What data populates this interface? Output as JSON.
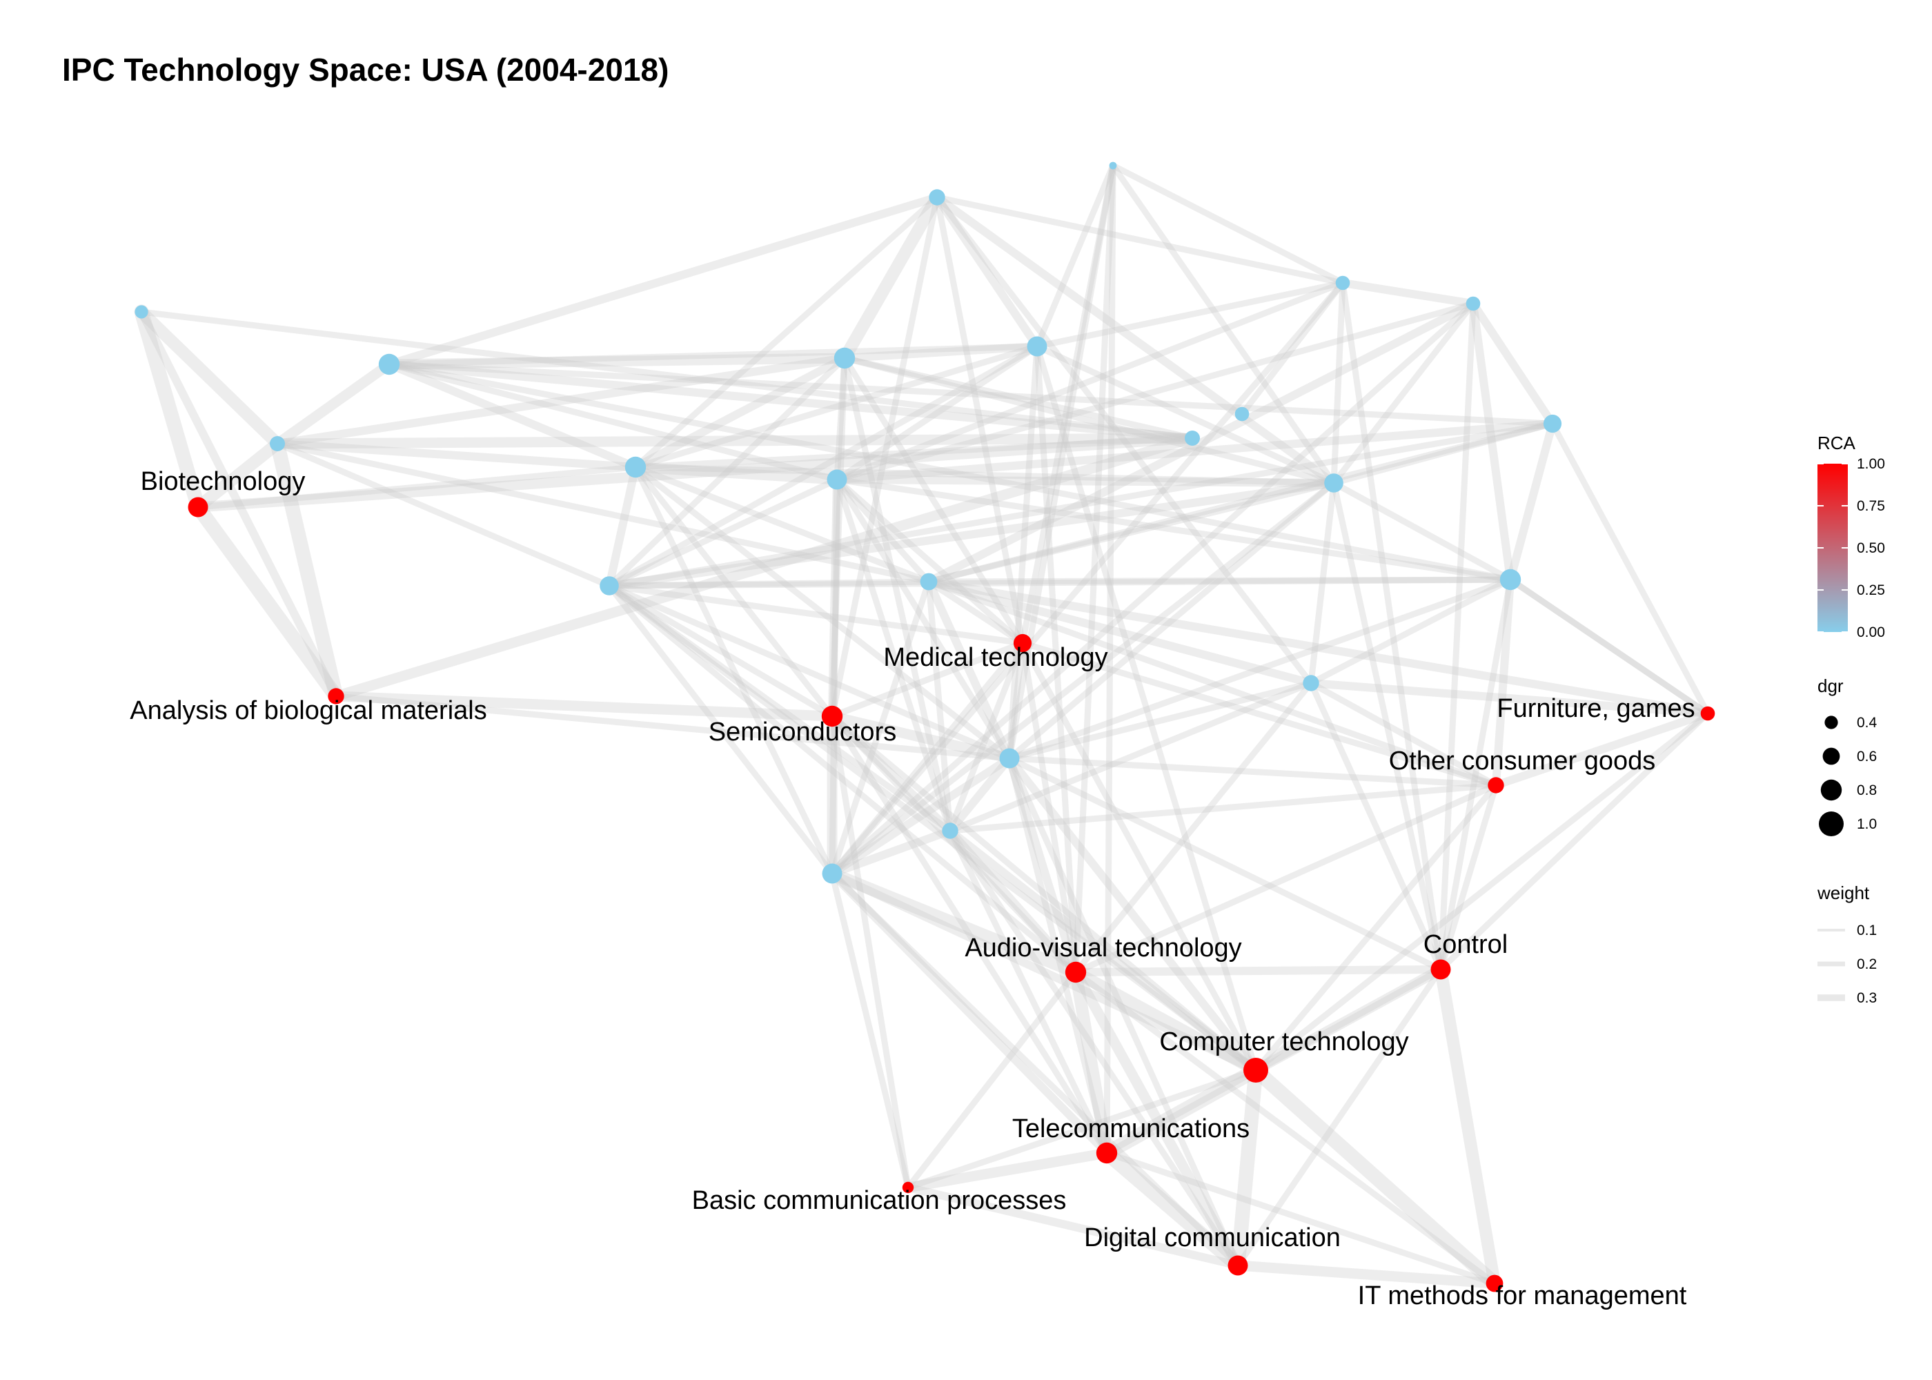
{
  "chart_data": {
    "type": "network",
    "title": "IPC Technology Space: USA (2004-2018)",
    "colors": {
      "rca_low": "#87CEEB",
      "rca_high": "#FF0000",
      "edge": "#CCCCCC",
      "background": "#FFFFFF"
    },
    "nodes": [
      {
        "id": "n1",
        "label": "",
        "rca": 0,
        "dgr": 0.1
      },
      {
        "id": "n2",
        "label": "",
        "rca": 0,
        "dgr": 0.55
      },
      {
        "id": "n3",
        "label": "",
        "rca": 0,
        "dgr": 0.45
      },
      {
        "id": "n4",
        "label": "",
        "rca": 0,
        "dgr": 0.45
      },
      {
        "id": "n5",
        "label": "",
        "rca": 0,
        "dgr": 0.4
      },
      {
        "id": "n6",
        "label": "",
        "rca": 0,
        "dgr": 0.8
      },
      {
        "id": "n7",
        "label": "",
        "rca": 0,
        "dgr": 0.8
      },
      {
        "id": "n8",
        "label": "",
        "rca": 0,
        "dgr": 0.75
      },
      {
        "id": "n9",
        "label": "",
        "rca": 0,
        "dgr": 0.65
      },
      {
        "id": "n10",
        "label": "",
        "rca": 0,
        "dgr": 0.5
      },
      {
        "id": "n11",
        "label": "",
        "rca": 0,
        "dgr": 0.5
      },
      {
        "id": "n12",
        "label": "",
        "rca": 0,
        "dgr": 0.8
      },
      {
        "id": "n13",
        "label": "",
        "rca": 0,
        "dgr": 0.75
      },
      {
        "id": "n14",
        "label": "",
        "rca": 0,
        "dgr": 0.7
      },
      {
        "id": "n15",
        "label": "",
        "rca": 0,
        "dgr": 0.7
      },
      {
        "id": "n16",
        "label": "",
        "rca": 0,
        "dgr": 0.6
      },
      {
        "id": "n17",
        "label": "",
        "rca": 0,
        "dgr": 0.8
      },
      {
        "id": "n18",
        "label": "",
        "rca": 0,
        "dgr": 0.55
      },
      {
        "id": "n19",
        "label": "",
        "rca": 0,
        "dgr": 0.75
      },
      {
        "id": "n20",
        "label": "",
        "rca": 0,
        "dgr": 0.55
      },
      {
        "id": "n21",
        "label": "",
        "rca": 0,
        "dgr": 0.75
      },
      {
        "id": "n22",
        "label": "",
        "rca": 0,
        "dgr": 0.45
      },
      {
        "id": "bio",
        "label": "Biotechnology",
        "rca": 1,
        "dgr": 0.75
      },
      {
        "id": "abm",
        "label": "Analysis of biological materials",
        "rca": 1,
        "dgr": 0.55
      },
      {
        "id": "med",
        "label": "Medical technology",
        "rca": 1,
        "dgr": 0.65
      },
      {
        "id": "semi",
        "label": "Semiconductors",
        "rca": 1,
        "dgr": 0.8
      },
      {
        "id": "furn",
        "label": "Furniture, games",
        "rca": 1,
        "dgr": 0.45
      },
      {
        "id": "ocg",
        "label": "Other consumer goods",
        "rca": 1,
        "dgr": 0.55
      },
      {
        "id": "av",
        "label": "Audio-visual technology",
        "rca": 1,
        "dgr": 0.8
      },
      {
        "id": "ctrl",
        "label": "Control",
        "rca": 1,
        "dgr": 0.75
      },
      {
        "id": "comp",
        "label": "Computer technology",
        "rca": 1,
        "dgr": 1.0
      },
      {
        "id": "tele",
        "label": "Telecommunications",
        "rca": 1,
        "dgr": 0.8
      },
      {
        "id": "bcp",
        "label": "Basic communication processes",
        "rca": 1,
        "dgr": 0.3
      },
      {
        "id": "dig",
        "label": "Digital communication",
        "rca": 1,
        "dgr": 0.75
      },
      {
        "id": "itm",
        "label": "IT methods for management",
        "rca": 1,
        "dgr": 0.6
      }
    ],
    "edges": [
      [
        "n5",
        "n10",
        0.25
      ],
      [
        "n5",
        "bio",
        0.3
      ],
      [
        "n5",
        "abm",
        0.15
      ],
      [
        "n5",
        "n11",
        0.1
      ],
      [
        "n10",
        "n11",
        0.2
      ],
      [
        "n10",
        "n6",
        0.2
      ],
      [
        "n10",
        "n12",
        0.15
      ],
      [
        "n10",
        "n7",
        0.15
      ],
      [
        "n10",
        "bio",
        0.25
      ],
      [
        "n10",
        "abm",
        0.3
      ],
      [
        "n10",
        "n15",
        0.1
      ],
      [
        "n10",
        "n16",
        0.1
      ],
      [
        "n11",
        "n6",
        0.15
      ],
      [
        "n11",
        "bio",
        0.2
      ],
      [
        "n11",
        "n12",
        0.1
      ],
      [
        "n11",
        "abm",
        0.2
      ],
      [
        "n11",
        "n7",
        0.1
      ],
      [
        "bio",
        "abm",
        0.3
      ],
      [
        "bio",
        "n12",
        0.1
      ],
      [
        "abm",
        "semi",
        0.2
      ],
      [
        "abm",
        "n19",
        0.1
      ],
      [
        "n6",
        "n7",
        0.2
      ],
      [
        "n6",
        "n12",
        0.15
      ],
      [
        "n6",
        "n9",
        0.1
      ],
      [
        "n6",
        "n2",
        0.15
      ],
      [
        "n6",
        "n8",
        0.1
      ],
      [
        "n6",
        "n13",
        0.1
      ],
      [
        "n6",
        "n17",
        0.1
      ],
      [
        "n2",
        "n7",
        0.25
      ],
      [
        "n2",
        "n8",
        0.15
      ],
      [
        "n2",
        "n3",
        0.1
      ],
      [
        "n2",
        "n12",
        0.1
      ],
      [
        "n2",
        "n14",
        0.15
      ],
      [
        "n2",
        "n18",
        0.1
      ],
      [
        "n2",
        "semi",
        0.1
      ],
      [
        "n2",
        "med",
        0.1
      ],
      [
        "n1",
        "n8",
        0.1
      ],
      [
        "n1",
        "n3",
        0.1
      ],
      [
        "n1",
        "n14",
        0.1
      ],
      [
        "n1",
        "av",
        0.1
      ],
      [
        "n1",
        "tele",
        0.1
      ],
      [
        "n1",
        "med",
        0.1
      ],
      [
        "n1",
        "n19",
        0.1
      ],
      [
        "n3",
        "n4",
        0.15
      ],
      [
        "n3",
        "n8",
        0.1
      ],
      [
        "n3",
        "n13",
        0.1
      ],
      [
        "n3",
        "n22",
        0.1
      ],
      [
        "n3",
        "n21",
        0.1
      ],
      [
        "n3",
        "n14",
        0.1
      ],
      [
        "n3",
        "ctrl",
        0.1
      ],
      [
        "n4",
        "n9",
        0.15
      ],
      [
        "n4",
        "n13",
        0.1
      ],
      [
        "n4",
        "n16",
        0.15
      ],
      [
        "n4",
        "n17",
        0.15
      ],
      [
        "n4",
        "n21",
        0.1
      ],
      [
        "n4",
        "ctrl",
        0.1
      ],
      [
        "n4",
        "n14",
        0.1
      ],
      [
        "n7",
        "n8",
        0.15
      ],
      [
        "n7",
        "n12",
        0.15
      ],
      [
        "n7",
        "n13",
        0.1
      ],
      [
        "n7",
        "n14",
        0.1
      ],
      [
        "n7",
        "n15",
        0.1
      ],
      [
        "n7",
        "semi",
        0.1
      ],
      [
        "n7",
        "med",
        0.1
      ],
      [
        "n7",
        "n20",
        0.1
      ],
      [
        "n8",
        "n13",
        0.1
      ],
      [
        "n8",
        "n15",
        0.1
      ],
      [
        "n8",
        "n19",
        0.1
      ],
      [
        "n8",
        "comp",
        0.1
      ],
      [
        "n8",
        "av",
        0.1
      ],
      [
        "n8",
        "n12",
        0.1
      ],
      [
        "n8",
        "n14",
        0.1
      ],
      [
        "n9",
        "n13",
        0.15
      ],
      [
        "n9",
        "n17",
        0.15
      ],
      [
        "n9",
        "n14",
        0.1
      ],
      [
        "n9",
        "n15",
        0.1
      ],
      [
        "n9",
        "n16",
        0.1
      ],
      [
        "n9",
        "furn",
        0.1
      ],
      [
        "n12",
        "n13",
        0.2
      ],
      [
        "n12",
        "n15",
        0.15
      ],
      [
        "n12",
        "n14",
        0.1
      ],
      [
        "n12",
        "semi",
        0.1
      ],
      [
        "n12",
        "n16",
        0.1
      ],
      [
        "n12",
        "n19",
        0.1
      ],
      [
        "n12",
        "n21",
        0.1
      ],
      [
        "n13",
        "n14",
        0.15
      ],
      [
        "n13",
        "n15",
        0.1
      ],
      [
        "n13",
        "n16",
        0.1
      ],
      [
        "n13",
        "n17",
        0.1
      ],
      [
        "n13",
        "semi",
        0.15
      ],
      [
        "n13",
        "med",
        0.1
      ],
      [
        "n13",
        "n19",
        0.1
      ],
      [
        "n13",
        "n20",
        0.1
      ],
      [
        "n13",
        "n21",
        0.1
      ],
      [
        "n14",
        "n15",
        0.15
      ],
      [
        "n14",
        "n16",
        0.1
      ],
      [
        "n14",
        "n17",
        0.1
      ],
      [
        "n14",
        "n18",
        0.1
      ],
      [
        "n14",
        "n21",
        0.1
      ],
      [
        "n14",
        "ctrl",
        0.1
      ],
      [
        "n14",
        "n19",
        0.1
      ],
      [
        "n15",
        "n16",
        0.1
      ],
      [
        "n15",
        "med",
        0.1
      ],
      [
        "n15",
        "n19",
        0.1
      ],
      [
        "n15",
        "n20",
        0.1
      ],
      [
        "n15",
        "semi",
        0.1
      ],
      [
        "n15",
        "n17",
        0.1
      ],
      [
        "n15",
        "n21",
        0.1
      ],
      [
        "n15",
        "av",
        0.1
      ],
      [
        "n15",
        "comp",
        0.1
      ],
      [
        "n16",
        "n17",
        0.1
      ],
      [
        "n16",
        "n18",
        0.15
      ],
      [
        "n16",
        "furn",
        0.15
      ],
      [
        "n16",
        "ocg",
        0.1
      ],
      [
        "n16",
        "n19",
        0.15
      ],
      [
        "n16",
        "n20",
        0.1
      ],
      [
        "n16",
        "med",
        0.1
      ],
      [
        "n16",
        "n21",
        0.1
      ],
      [
        "n17",
        "n18",
        0.1
      ],
      [
        "n17",
        "furn",
        0.1
      ],
      [
        "n17",
        "ocg",
        0.15
      ],
      [
        "n17",
        "ctrl",
        0.1
      ],
      [
        "n17",
        "n19",
        0.1
      ],
      [
        "n17",
        "furn",
        0.1
      ],
      [
        "n18",
        "furn",
        0.15
      ],
      [
        "n18",
        "n19",
        0.1
      ],
      [
        "n18",
        "n20",
        0.1
      ],
      [
        "n18",
        "ocg",
        0.1
      ],
      [
        "n18",
        "ctrl",
        0.1
      ],
      [
        "n18",
        "av",
        0.1
      ],
      [
        "med",
        "semi",
        0.1
      ],
      [
        "med",
        "n19",
        0.1
      ],
      [
        "med",
        "n20",
        0.1
      ],
      [
        "med",
        "n21",
        0.1
      ],
      [
        "med",
        "av",
        0.1
      ],
      [
        "med",
        "comp",
        0.1
      ],
      [
        "med",
        "ocg",
        0.1
      ],
      [
        "semi",
        "n19",
        0.2
      ],
      [
        "semi",
        "n20",
        0.15
      ],
      [
        "semi",
        "n21",
        0.2
      ],
      [
        "semi",
        "av",
        0.1
      ],
      [
        "semi",
        "comp",
        0.1
      ],
      [
        "semi",
        "bcp",
        0.1
      ],
      [
        "semi",
        "tele",
        0.1
      ],
      [
        "n19",
        "n20",
        0.15
      ],
      [
        "n19",
        "n21",
        0.15
      ],
      [
        "n19",
        "av",
        0.15
      ],
      [
        "n19",
        "comp",
        0.15
      ],
      [
        "n19",
        "tele",
        0.1
      ],
      [
        "n19",
        "dig",
        0.1
      ],
      [
        "n19",
        "ocg",
        0.1
      ],
      [
        "n19",
        "ctrl",
        0.1
      ],
      [
        "n20",
        "n21",
        0.15
      ],
      [
        "n20",
        "av",
        0.15
      ],
      [
        "n20",
        "comp",
        0.15
      ],
      [
        "n20",
        "tele",
        0.1
      ],
      [
        "n20",
        "dig",
        0.1
      ],
      [
        "n20",
        "ocg",
        0.1
      ],
      [
        "n21",
        "av",
        0.25
      ],
      [
        "n21",
        "comp",
        0.15
      ],
      [
        "n21",
        "tele",
        0.15
      ],
      [
        "n21",
        "bcp",
        0.1
      ],
      [
        "n21",
        "dig",
        0.1
      ],
      [
        "furn",
        "ocg",
        0.15
      ],
      [
        "furn",
        "ctrl",
        0.1
      ],
      [
        "furn",
        "comp",
        0.1
      ],
      [
        "ocg",
        "ctrl",
        0.1
      ],
      [
        "ocg",
        "comp",
        0.1
      ],
      [
        "ocg",
        "av",
        0.1
      ],
      [
        "av",
        "ctrl",
        0.15
      ],
      [
        "av",
        "comp",
        0.25
      ],
      [
        "av",
        "tele",
        0.25
      ],
      [
        "av",
        "dig",
        0.2
      ],
      [
        "av",
        "bcp",
        0.1
      ],
      [
        "av",
        "itm",
        0.1
      ],
      [
        "ctrl",
        "comp",
        0.2
      ],
      [
        "ctrl",
        "itm",
        0.25
      ],
      [
        "ctrl",
        "tele",
        0.1
      ],
      [
        "ctrl",
        "dig",
        0.1
      ],
      [
        "comp",
        "tele",
        0.3
      ],
      [
        "comp",
        "dig",
        0.3
      ],
      [
        "comp",
        "itm",
        0.3
      ],
      [
        "comp",
        "bcp",
        0.1
      ],
      [
        "tele",
        "dig",
        0.3
      ],
      [
        "tele",
        "bcp",
        0.2
      ],
      [
        "tele",
        "itm",
        0.1
      ],
      [
        "dig",
        "itm",
        0.2
      ],
      [
        "dig",
        "bcp",
        0.15
      ]
    ],
    "legend": {
      "rca": {
        "title": "RCA",
        "ticks": [
          "1.00",
          "0.75",
          "0.50",
          "0.25",
          "0.00"
        ]
      },
      "dgr": {
        "title": "dgr",
        "items": [
          {
            "label": "0.4",
            "value": 0.4
          },
          {
            "label": "0.6",
            "value": 0.6
          },
          {
            "label": "0.8",
            "value": 0.8
          },
          {
            "label": "1.0",
            "value": 1.0
          }
        ]
      },
      "weight": {
        "title": "weight",
        "items": [
          {
            "label": "0.1",
            "value": 0.1
          },
          {
            "label": "0.2",
            "value": 0.2
          },
          {
            "label": "0.3",
            "value": 0.3
          }
        ]
      }
    }
  }
}
